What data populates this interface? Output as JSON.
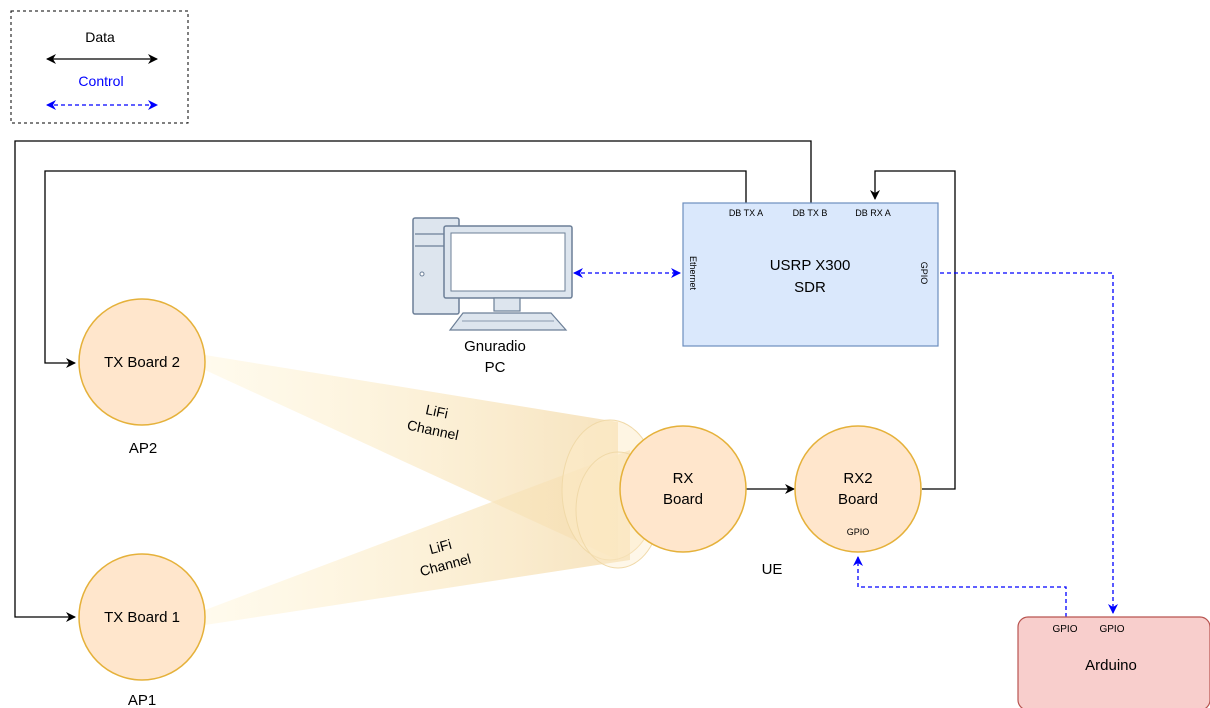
{
  "legend": {
    "data_label": "Data",
    "control_label": "Control"
  },
  "usrp": {
    "title_line1": "USRP X300",
    "title_line2": "SDR",
    "port_tx_a": "DB TX A",
    "port_tx_b": "DB TX B",
    "port_rx_a": "DB RX A",
    "port_ethernet": "Ethernet",
    "port_gpio": "GPIO"
  },
  "pc": {
    "label_line1": "Gnuradio",
    "label_line2": "PC"
  },
  "tx2": {
    "label": "TX Board 2",
    "caption": "AP2"
  },
  "tx1": {
    "label": "TX Board 1",
    "caption": "AP1"
  },
  "channel_top": {
    "line1": "LiFi",
    "line2": "Channel"
  },
  "channel_bottom": {
    "line1": "LiFi",
    "line2": "Channel"
  },
  "rx": {
    "line1": "RX",
    "line2": "Board",
    "caption": "UE"
  },
  "rx2": {
    "line1": "RX2",
    "line2": "Board",
    "gpio": "GPIO"
  },
  "arduino": {
    "label": "Arduino",
    "gpio_left": "GPIO",
    "gpio_right": "GPIO"
  },
  "colors": {
    "data": "#000000",
    "control": "#0000ff",
    "usrp_fill": "#dae8fc",
    "usrp_stroke": "#6c8ebf",
    "board_fill": "#ffe6cc",
    "board_stroke": "#e5b13a",
    "arduino_fill": "#f8cecc",
    "arduino_stroke": "#b85450",
    "beam": "#fff2cc"
  }
}
